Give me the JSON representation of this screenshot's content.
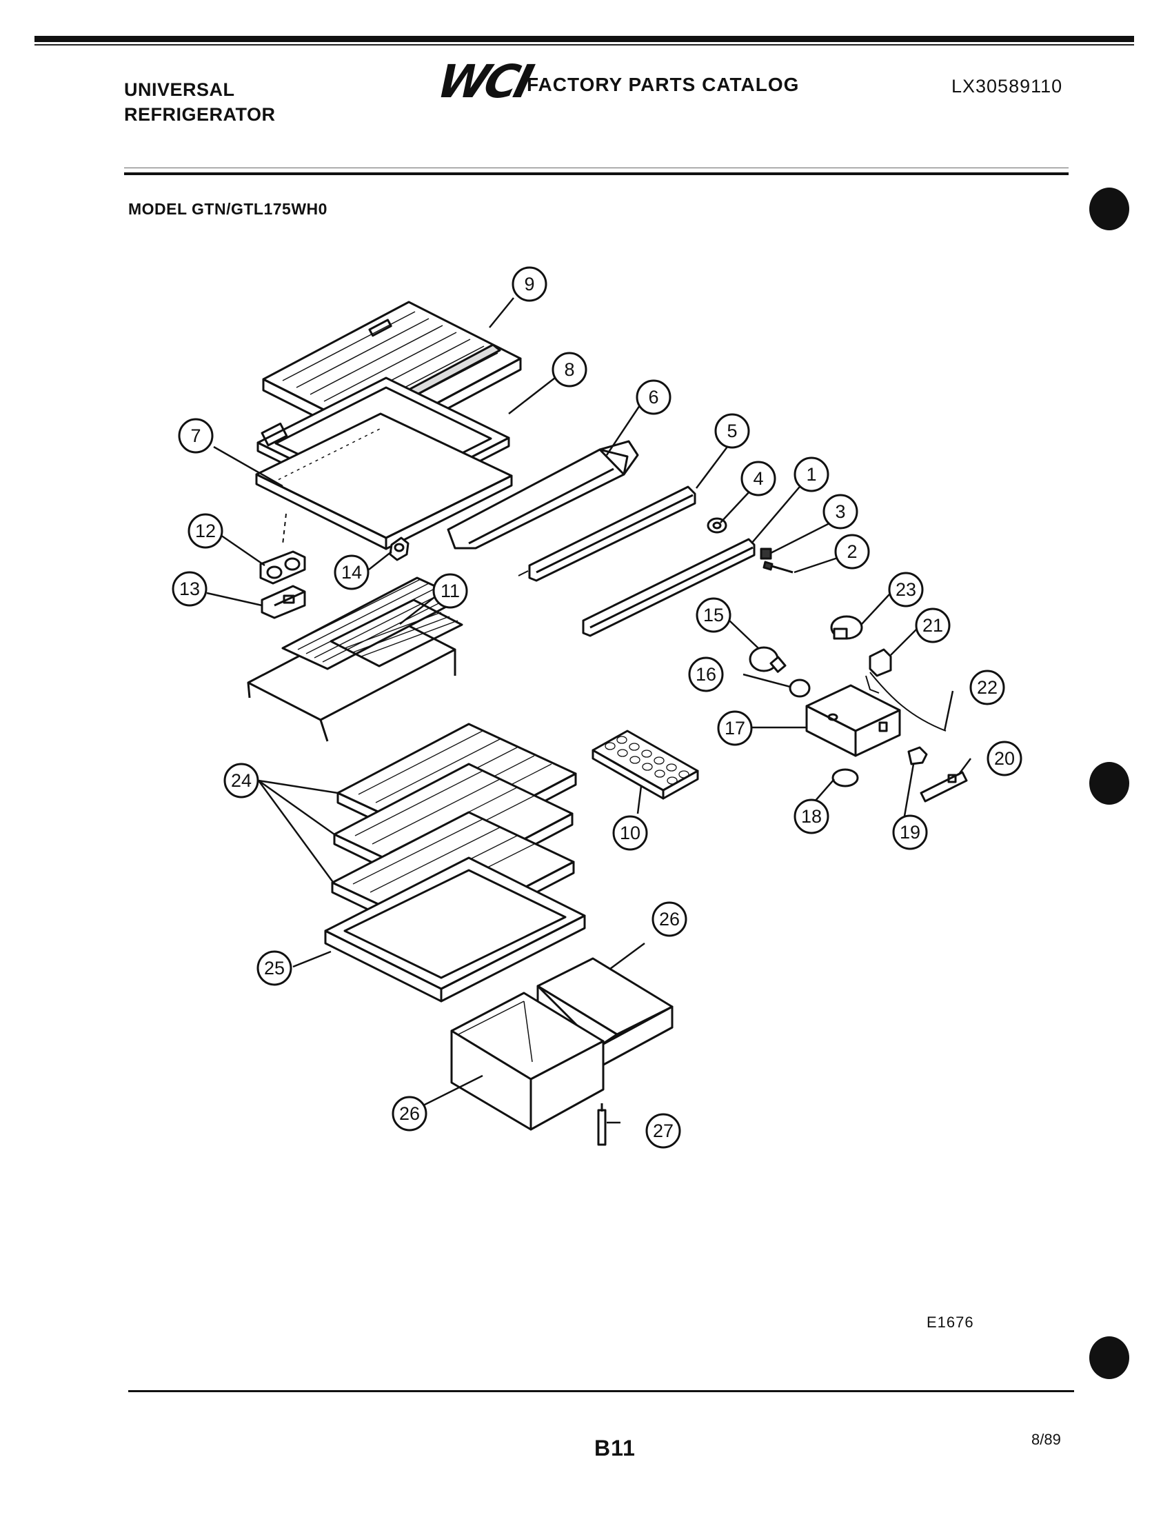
{
  "header": {
    "brand_line1": "UNIVERSAL",
    "brand_line2": "REFRIGERATOR",
    "logo": "WCI",
    "catalog_title": "FACTORY PARTS CATALOG",
    "catalog_number": "LX30589110"
  },
  "model": "MODEL GTN/GTL175WH0",
  "callouts": [
    "1",
    "2",
    "3",
    "4",
    "5",
    "6",
    "7",
    "8",
    "9",
    "10",
    "11",
    "12",
    "13",
    "14",
    "15",
    "16",
    "17",
    "18",
    "19",
    "20",
    "21",
    "22",
    "23",
    "24",
    "25",
    "26",
    "26",
    "27"
  ],
  "footer": {
    "drawing_number": "E1676",
    "page": "B11",
    "date": "8/89"
  }
}
